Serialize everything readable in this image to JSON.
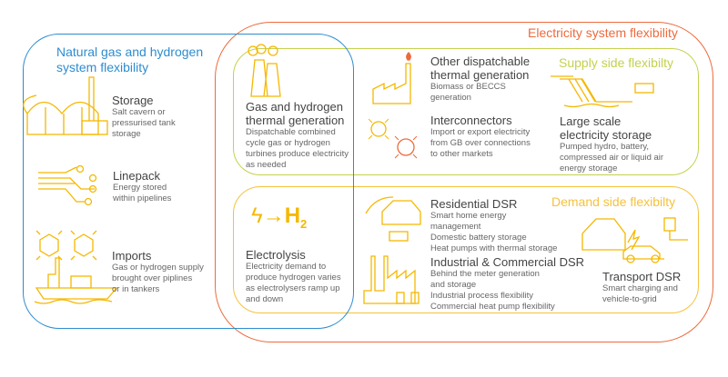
{
  "colors": {
    "gas": "#2d8ccf",
    "electricity": "#ee6a3c",
    "supply": "#c4d24c",
    "demand": "#f5c23e",
    "icon": "#f5b800"
  },
  "gas_system": {
    "title_line1": "Natural gas and hydrogen",
    "title_line2": "system flexibility",
    "items": [
      {
        "title": "Storage",
        "desc": [
          "Salt cavern or",
          "pressurised tank",
          "storage"
        ],
        "icon": "gas-storage-icon"
      },
      {
        "title": "Linepack",
        "desc": [
          "Energy stored",
          "within pipelines"
        ],
        "icon": "pipeline-icon"
      },
      {
        "title": "Imports",
        "desc": [
          "Gas or hydrogen supply",
          "brought over piplines",
          "or in tankers"
        ],
        "icon": "tanker-ship-icon"
      }
    ]
  },
  "shared": {
    "gas_thermal": {
      "title_line1": "Gas and hydrogen",
      "title_line2": "thermal generation",
      "desc": [
        "Dispatchable combined",
        "cycle gas or hydrogen",
        "turbines produce electricity",
        "as needed"
      ]
    },
    "electrolysis": {
      "icon_text": "H",
      "icon_sub": "2",
      "title": "Electrolysis",
      "desc": [
        "Electricity demand to",
        "produce hydrogen varies",
        "as electrolysers ramp up",
        "and down"
      ]
    }
  },
  "electricity_system": {
    "title": "Electricity system flexibility",
    "supply": {
      "title": "Supply side flexibilty",
      "other": {
        "title_line1": "Other dispatchable",
        "title_line2": "thermal generation",
        "desc": [
          "Biomass or BECCS",
          "generation"
        ]
      },
      "interconnectors": {
        "title": "Interconnectors",
        "desc": [
          "Import or export electricity",
          "from GB over connections",
          "to other markets"
        ]
      },
      "storage": {
        "title_line1": "Large scale",
        "title_line2": "electricity storage",
        "desc": [
          "Pumped hydro, battery,",
          "compressed air or liquid air",
          "energy storage"
        ]
      }
    },
    "demand": {
      "title": "Demand side flexibilty",
      "residential": {
        "title": "Residential DSR",
        "desc": [
          "Smart home energy",
          "management",
          "Domestic battery storage",
          "Heat pumps with thermal storage"
        ]
      },
      "industrial": {
        "title": "Industrial & Commercial DSR",
        "desc": [
          "Behind the meter generation",
          "and storage",
          "Industrial process flexibility",
          "Commercial heat pump flexibility"
        ]
      },
      "transport": {
        "title": "Transport DSR",
        "desc": [
          "Smart charging and",
          "vehicle-to-grid"
        ]
      }
    }
  }
}
